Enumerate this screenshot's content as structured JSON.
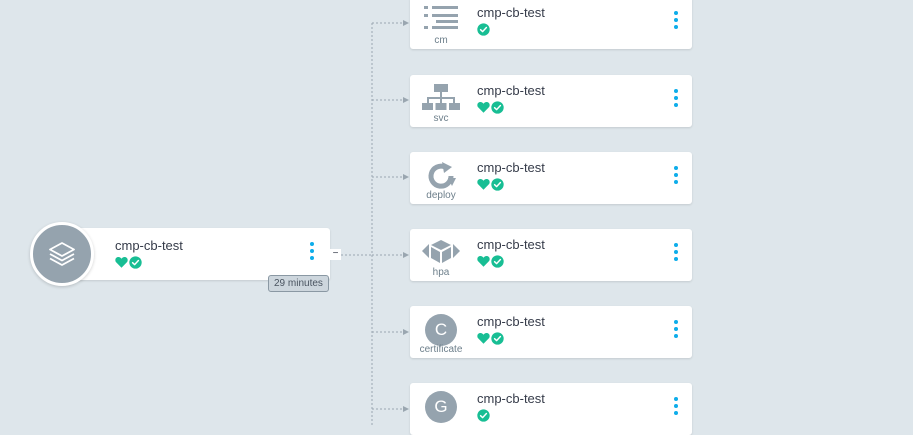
{
  "colors": {
    "background": "#dee6eb",
    "healthy": "#18be94",
    "accent": "#0dadea",
    "icon": "#95a3ae"
  },
  "app": {
    "name": "cmp-cb-test",
    "icon": "layers-icon",
    "health": "healthy",
    "sync": "synced",
    "age": "29 minutes",
    "collapse": "−"
  },
  "resources": [
    {
      "kind": "cm",
      "name": "cmp-cb-test",
      "icon": "list-icon",
      "health": false
    },
    {
      "kind": "svc",
      "name": "cmp-cb-test",
      "icon": "sitemap-icon",
      "health": true
    },
    {
      "kind": "deploy",
      "name": "cmp-cb-test",
      "icon": "refresh-icon",
      "health": true
    },
    {
      "kind": "hpa",
      "name": "cmp-cb-test",
      "icon": "cube-arrows-icon",
      "health": true
    },
    {
      "kind": "certificate",
      "name": "cmp-cb-test",
      "icon": "letter-icon",
      "letter": "C",
      "health": true
    },
    {
      "kind": "",
      "name": "cmp-cb-test",
      "icon": "letter-icon",
      "letter": "G",
      "health": false
    }
  ]
}
